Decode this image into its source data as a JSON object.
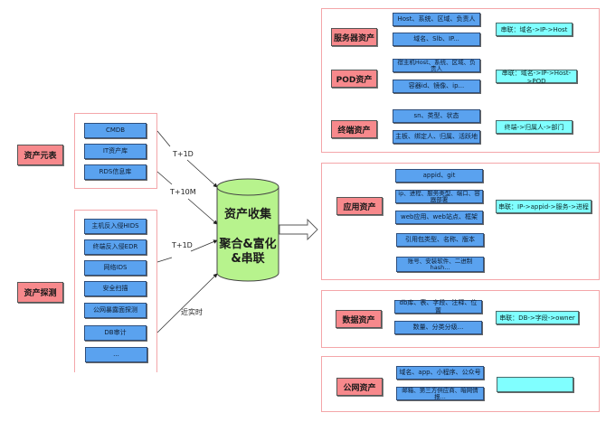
{
  "sources": {
    "meta_table": {
      "label": "资产元表",
      "items": [
        "CMDB",
        "IT资产库",
        "RDS信息库"
      ]
    },
    "detection": {
      "label": "资产探测",
      "items": [
        "主机反入侵HIDS",
        "终端反入侵EDR",
        "网络IDS",
        "安全扫描",
        "公网暴露面探测",
        "DB审计",
        "..."
      ]
    }
  },
  "arrows": {
    "cmdb": "T+1D",
    "rds": "T+10M",
    "ids": "T+1D",
    "db_audit": "近实时"
  },
  "collector": {
    "line1": "资产收集",
    "line2": "聚合&富化",
    "line3": "&串联"
  },
  "outputs": {
    "infra": {
      "groups": [
        {
          "label": "服务器资产",
          "items": [
            "Host、系统、区域、负责人",
            "域名、Slb、IP..."
          ],
          "relation": "串联：域名->IP->Host"
        },
        {
          "label": "POD资产",
          "items": [
            "宿主机Host、系统、区域、负责人",
            "容器id、镜像、ip..."
          ],
          "relation": "串联：域名->IP->Host->POD"
        },
        {
          "label": "终端资产",
          "items": [
            "sn、类型、状态",
            "主板、绑定人、归属、活跃地"
          ],
          "relation": "终端->归属人->部门"
        }
      ]
    },
    "app": {
      "label": "应用资产",
      "items": [
        "appid、git",
        "ip、进程、服务类型、端口、容器部署",
        "web应用、web站点、框架",
        "引用包类型、名称、版本",
        "账号、安装软件、二进制hash..."
      ],
      "relation": "串联：IP->appid->服务->进程"
    },
    "data": {
      "label": "数据资产",
      "items": [
        "db库、表、字段、注释、位置",
        "数量、分类分级..."
      ],
      "relation": "串联：DB->字段->owner"
    },
    "public": {
      "label": "公网资产",
      "items": [
        "域名、app、小程序、公众号",
        "邮箱、第三方供应商、暗网情报..."
      ],
      "relation": ""
    }
  },
  "colors": {
    "category_fill": "#f7898c",
    "item_fill": "#5aa2ef",
    "relation_fill": "#80ffff",
    "group_border": "#f4a6a9",
    "cylinder_fill": "#b7f38d"
  }
}
